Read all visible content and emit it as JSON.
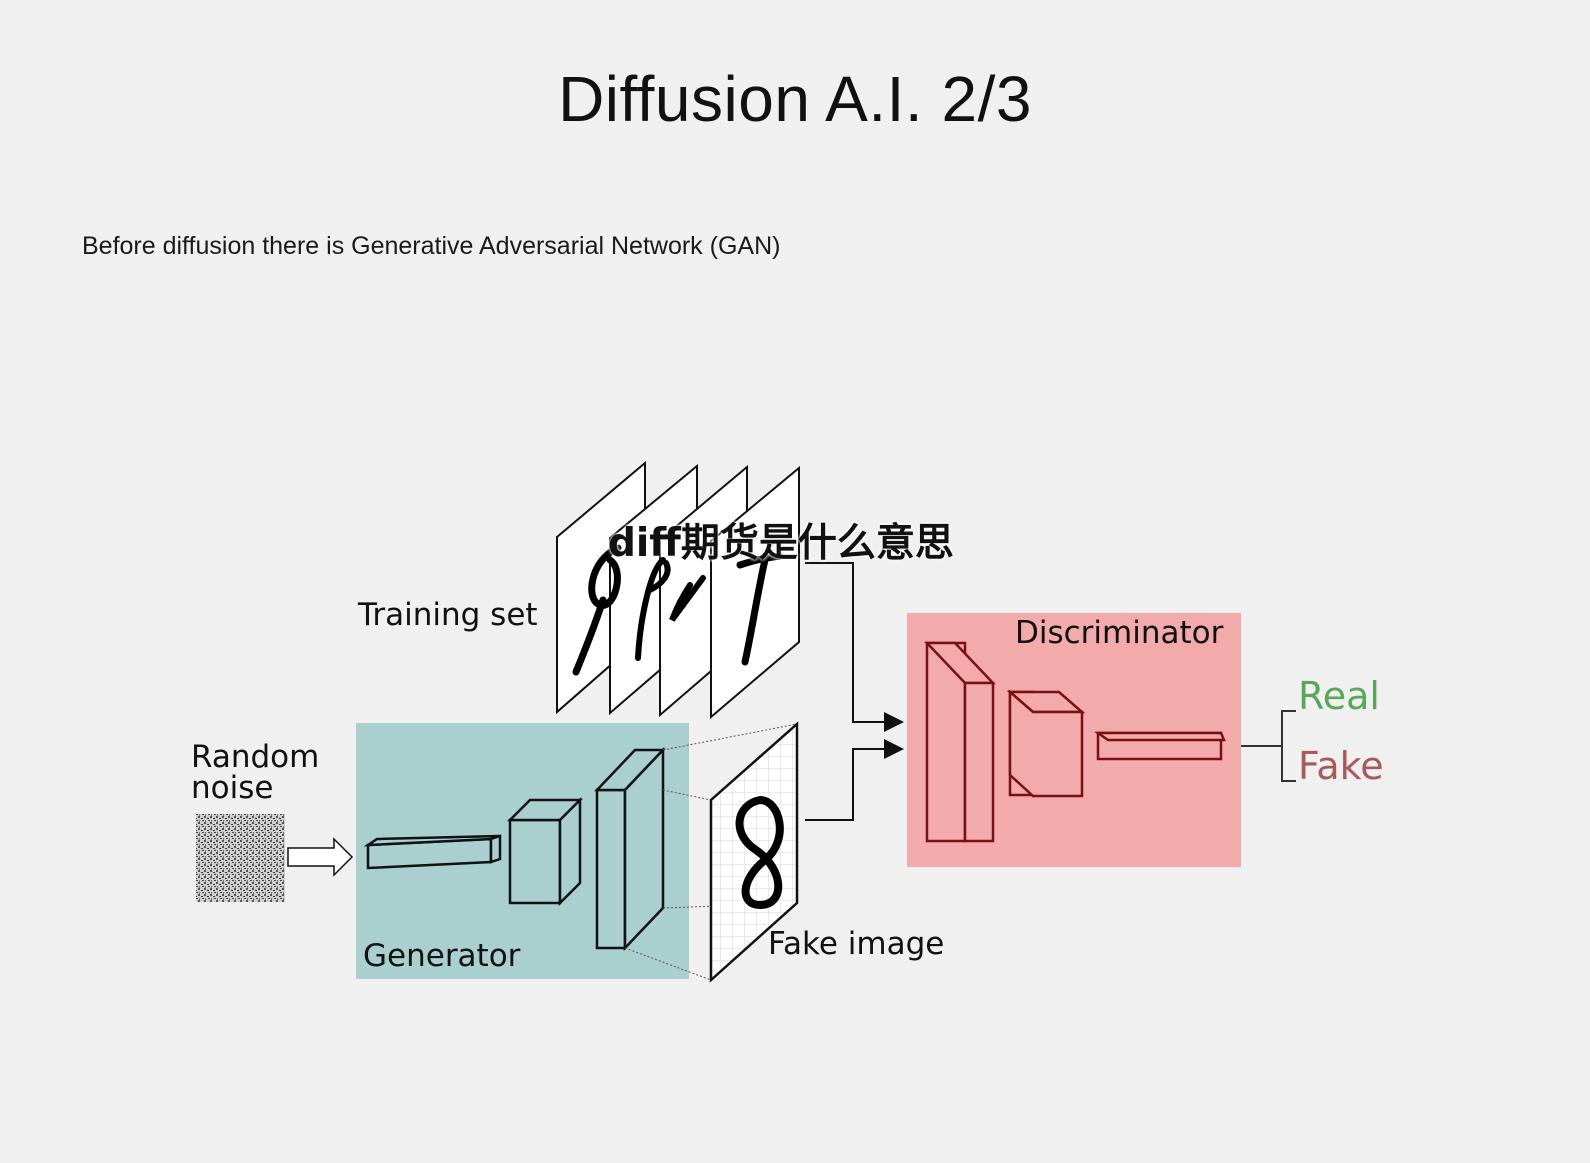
{
  "slide": {
    "title": "Diffusion A.I. 2/3",
    "subtitle": "Before diffusion there is Generative Adversarial Network (GAN)",
    "overlay_text": "diff期货是什么意思"
  },
  "diagram": {
    "labels": {
      "training_set": "Training set",
      "random_noise_line1": "Random",
      "random_noise_line2": "noise",
      "generator": "Generator",
      "fake_image": "Fake image",
      "discriminator": "Discriminator",
      "real": "Real",
      "fake": "Fake"
    },
    "colors": {
      "generator_box": "#aacfcf",
      "discriminator_box": "#f2aaaa",
      "real": "#5aa75a",
      "fake": "#a65a5a",
      "discriminator_line": "#7a1010"
    }
  }
}
